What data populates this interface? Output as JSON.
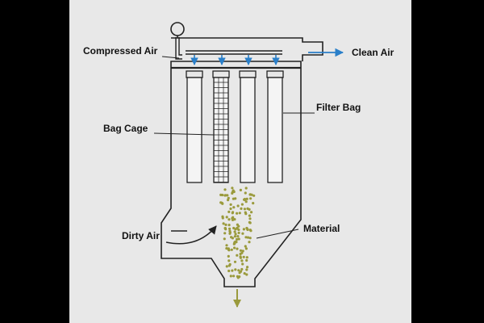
{
  "labels": {
    "compressed_air": "Compressed Air",
    "clean_air": "Clean Air",
    "filter_bag": "Filter Bag",
    "bag_cage": "Bag Cage",
    "dirty_air": "Dirty Air",
    "material": "Material"
  },
  "colors": {
    "background": "#000000",
    "panel": "#e8e8e8",
    "outline": "#222222",
    "airflow_arrow": "#2a7fc9",
    "dust_particle": "#9a9a3c"
  },
  "icons": [
    "pressure-gauge-icon",
    "air-flow-arrow-icon",
    "material-discharge-arrow-icon"
  ]
}
